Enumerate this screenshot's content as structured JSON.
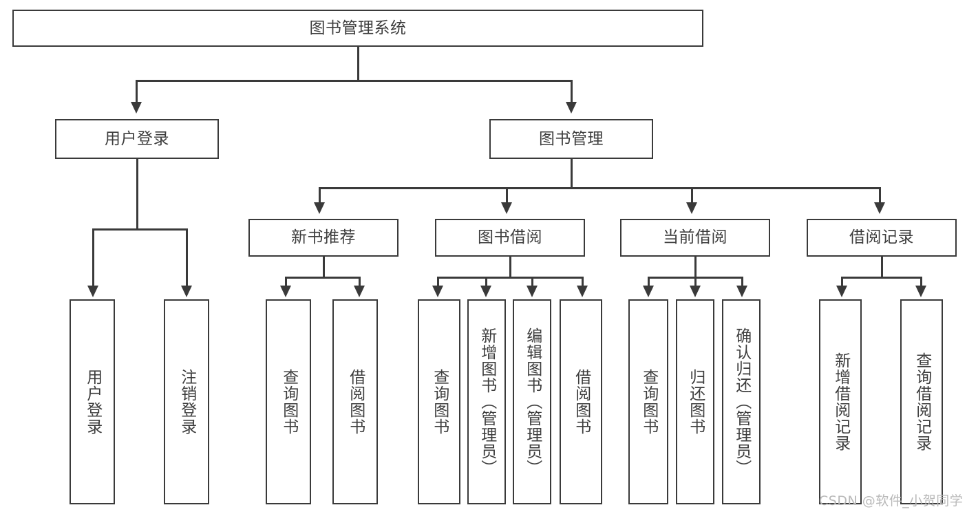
{
  "diagram": {
    "title": "图书管理系统",
    "type": "tree-structure-chart",
    "root": {
      "label": "图书管理系统"
    },
    "level2": [
      {
        "label": "用户登录"
      },
      {
        "label": "图书管理"
      }
    ],
    "level3": [
      {
        "label": "新书推荐"
      },
      {
        "label": "图书借阅"
      },
      {
        "label": "当前借阅"
      },
      {
        "label": "借阅记录"
      }
    ],
    "leaves": {
      "user_login": [
        {
          "label": "用户登录"
        },
        {
          "label": "注销登录"
        }
      ],
      "new_book_recommend": [
        {
          "label": "查询图书"
        },
        {
          "label": "借阅图书"
        }
      ],
      "book_borrow": [
        {
          "label": "查询图书"
        },
        {
          "label": "新增图书（管理员）"
        },
        {
          "label": "编辑图书（管理员）"
        },
        {
          "label": "借阅图书"
        }
      ],
      "current_borrow": [
        {
          "label": "查询图书"
        },
        {
          "label": "归还图书"
        },
        {
          "label": "确认归还（管理员）"
        }
      ],
      "borrow_record": [
        {
          "label": "新增借阅记录"
        },
        {
          "label": "查询借阅记录"
        }
      ]
    }
  },
  "watermark": {
    "text": "CSDN @软件_小贺同学"
  },
  "colors": {
    "stroke": "#3a3a3a",
    "text": "#3d3d3d",
    "background": "#ffffff",
    "watermark": "#b9b9b9"
  }
}
